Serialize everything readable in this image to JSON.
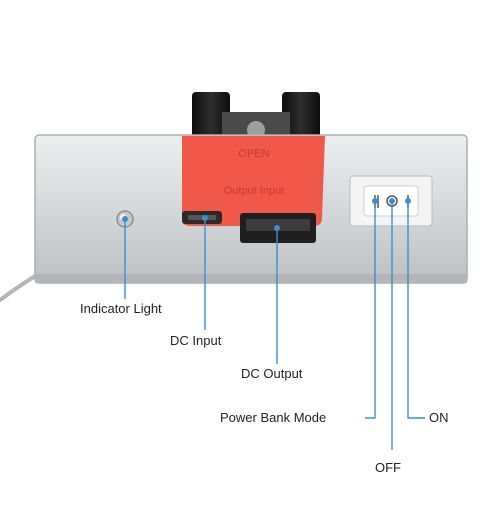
{
  "diagram": {
    "cover_text_top": "OPEN",
    "cover_text_bottom": "Output Input",
    "labels": {
      "indicator_light": "Indicator Light",
      "dc_input": "DC Input",
      "dc_output": "DC Output",
      "power_bank_mode": "Power Bank Mode",
      "off": "OFF",
      "on": "ON"
    },
    "colors": {
      "leader_line": "#3b8fd0",
      "cover": "#f0584a",
      "body": "#d7dadc",
      "clip": "#1b1b1b"
    }
  }
}
